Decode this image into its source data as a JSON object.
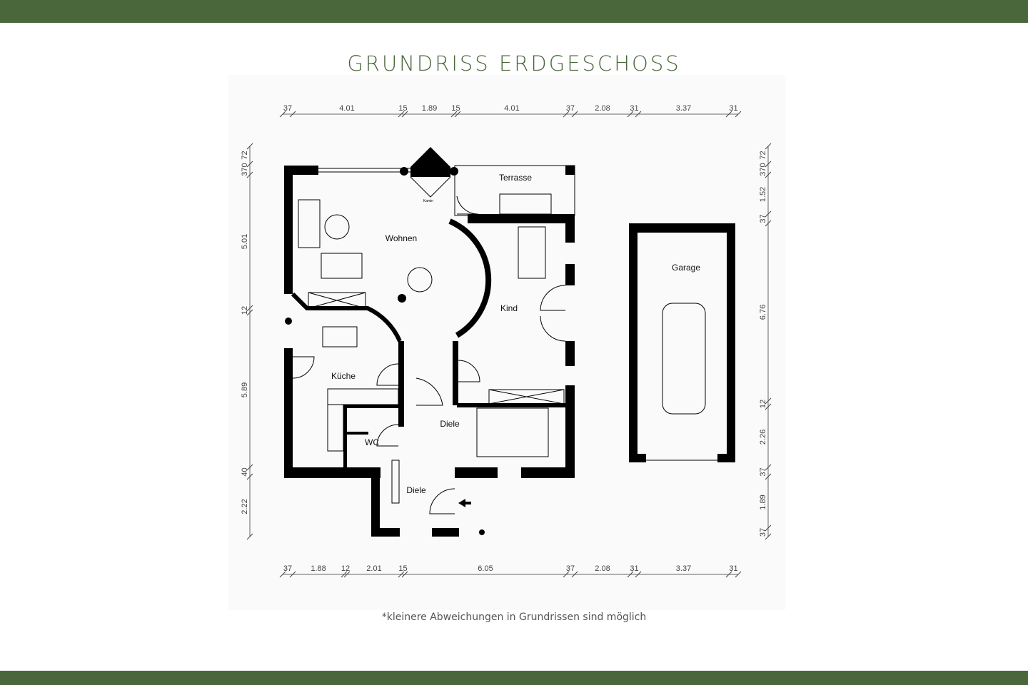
{
  "title": "GRUNDRISS ERDGESCHOSS",
  "footnote": "*kleinere Abweichungen in Grundrissen sind möglich",
  "colors": {
    "brand_green": "#4a673b",
    "wall": "#000000",
    "plan_background": "#fafafa"
  },
  "rooms": {
    "wohnen": "Wohnen",
    "terrasse": "Terrasse",
    "kind": "Kind",
    "kueche": "Küche",
    "wc": "WC",
    "diele_upper": "Diele",
    "diele_lower": "Diele",
    "garage": "Garage",
    "kamin": "Kamin"
  },
  "dimensions": {
    "top": [
      "37",
      "4.01",
      "15",
      "1.89",
      "15",
      "4.01",
      "37",
      "2.08",
      "31",
      "3.37",
      "31"
    ],
    "bottom": [
      "37",
      "1.88",
      "12",
      "2.01",
      "15",
      "6.05",
      "37",
      "2.08",
      "31",
      "3.37",
      "31"
    ],
    "left": [
      "72",
      "370",
      "5.01",
      "12",
      "5.89",
      "40",
      "2.22"
    ],
    "right": [
      "72",
      "370",
      "1.52",
      "37",
      "6.76",
      "12",
      "2.26",
      "37",
      "1.89",
      "37"
    ]
  }
}
